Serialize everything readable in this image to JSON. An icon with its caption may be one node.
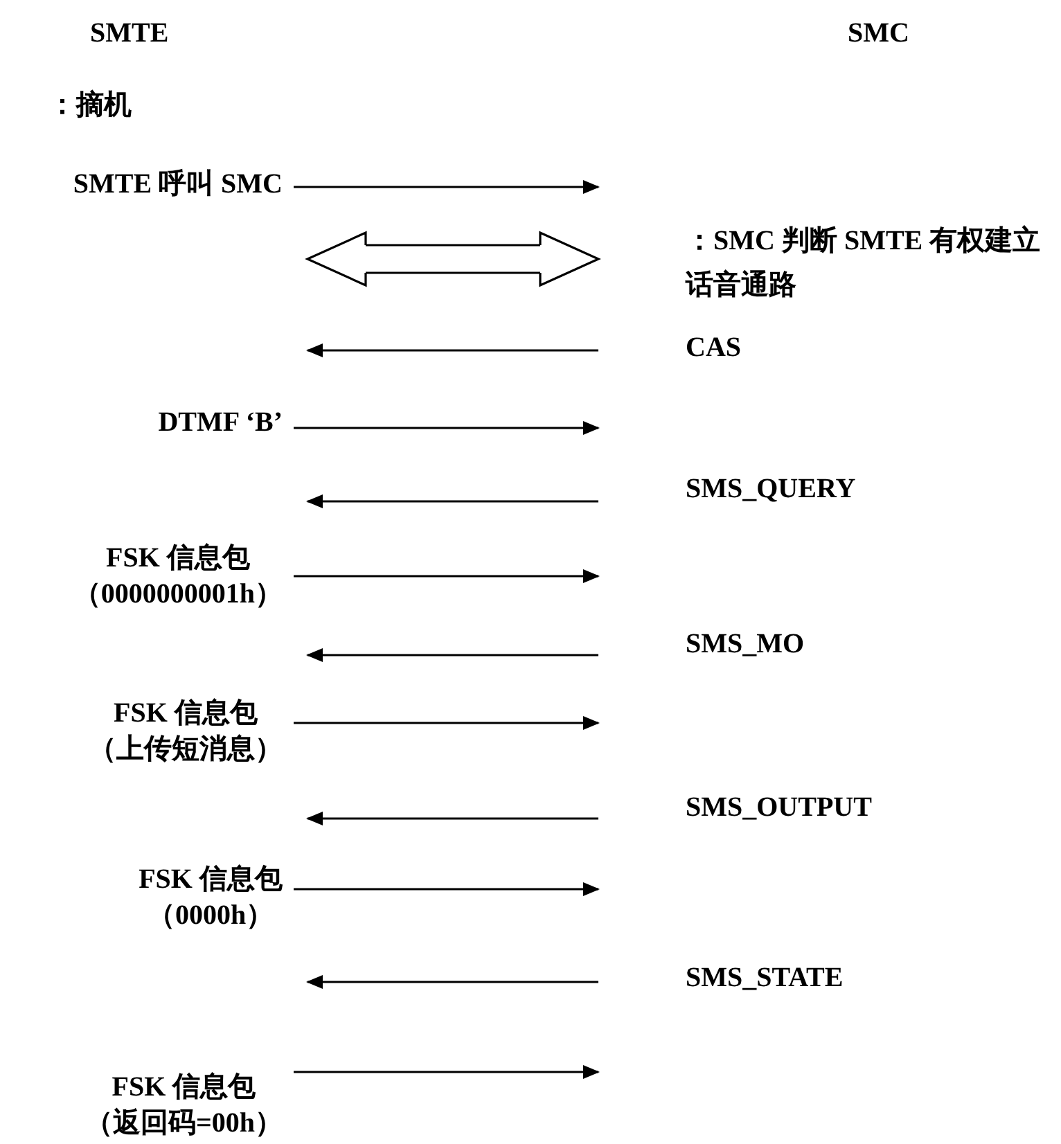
{
  "diagram": {
    "nodes": [
      {
        "text": [
          "SMTE 呼叫 SMC"
        ]
      },
      {
        "text": [
          "：SMC 判断 SMTE 有权建立话音通路"
        ]
      },
      {
        "text": [
          "CAS"
        ]
      },
      {
        "text": [
          "DTMF ‘B’"
        ]
      },
      {
        "text": [
          "SMS_QUERY"
        ]
      },
      {
        "text": [
          "FSK 信息包",
          "（0000000001h）"
        ]
      },
      {
        "text": [
          "SMS_MO"
        ]
      },
      {
        "text": [
          "FSK 信息包",
          "（上传短消息）"
        ]
      },
      {
        "text": [
          "SMS_OUTPUT"
        ]
      },
      {
        "text": [
          "FSK 信息包",
          "（0000h）"
        ]
      },
      {
        "text": [
          "SMS_STATE"
        ]
      },
      {
        "text": [
          "FSK 信息包",
          "（返回码=00h）"
        ]
      }
    ],
    "edges": [
      {
        "from": 0,
        "to": null,
        "arrow": "to"
      },
      {
        "from": null,
        "to": 1,
        "arrow": "both"
      },
      {
        "from": 2,
        "to": null,
        "arrow": "to"
      },
      {
        "from": 3,
        "to": null,
        "arrow": "to"
      },
      {
        "from": 4,
        "to": null,
        "arrow": "to"
      },
      {
        "from": 5,
        "to": null,
        "arrow": "to"
      },
      {
        "from": 6,
        "to": null,
        "arrow": "to"
      },
      {
        "from": 7,
        "to": null,
        "arrow": "to"
      },
      {
        "from": 8,
        "to": null,
        "arrow": "to"
      },
      {
        "from": 9,
        "to": null,
        "arrow": "to"
      },
      {
        "from": 10,
        "to": null,
        "arrow": "to"
      },
      {
        "from": 11,
        "to": null,
        "arrow": "to"
      }
    ],
    "labels": [
      "SMTE",
      "SMC",
      "：摘机"
    ]
  }
}
